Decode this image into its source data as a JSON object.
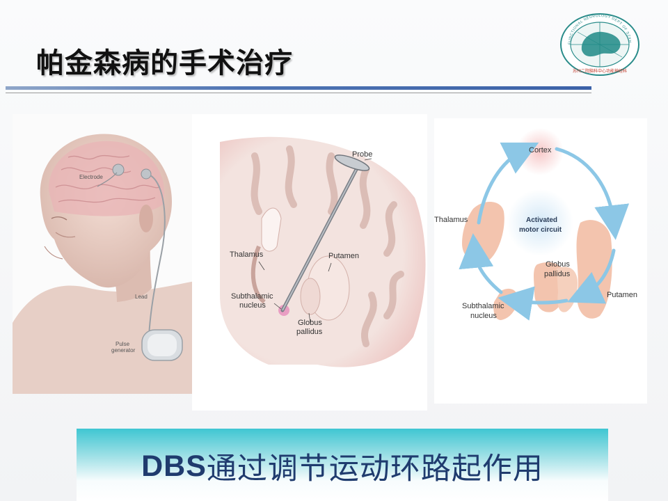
{
  "slide": {
    "title": "帕金森病的手术治疗",
    "banner_prefix": "DBS",
    "banner_suffix": "通过调节运动环路起作用"
  },
  "logo": {
    "ring_text": "FUNCTIONAL NEUROLOGY DEPT OF SZXH",
    "bottom_text": "苏州二院脑科中心功能神经科",
    "colors": {
      "ring": "#2a8c8a",
      "fill": "#1f8a86"
    }
  },
  "figure_body": {
    "electrode_label": "Electrode",
    "lead_label": "Lead",
    "generator_label_1": "Pulse",
    "generator_label_2": "generator"
  },
  "figure_brain": {
    "probe": "Probe",
    "thalamus": "Thalamus",
    "putamen": "Putamen",
    "stn_1": "Subthalamic",
    "stn_2": "nucleus",
    "gp_1": "Globus",
    "gp_2": "pallidus"
  },
  "figure_circuit": {
    "cortex": "Cortex",
    "thalamus": "Thalamus",
    "center_1": "Activated",
    "center_2": "motor circuit",
    "gp_1": "Globus",
    "gp_2": "pallidus",
    "putamen": "Putamen",
    "stn_1": "Subthalamic",
    "stn_2": "nucleus",
    "colors": {
      "arrow": "#8cc7e6",
      "nucleus": "#f3c4ae",
      "glow": "#f6c2c2"
    }
  }
}
